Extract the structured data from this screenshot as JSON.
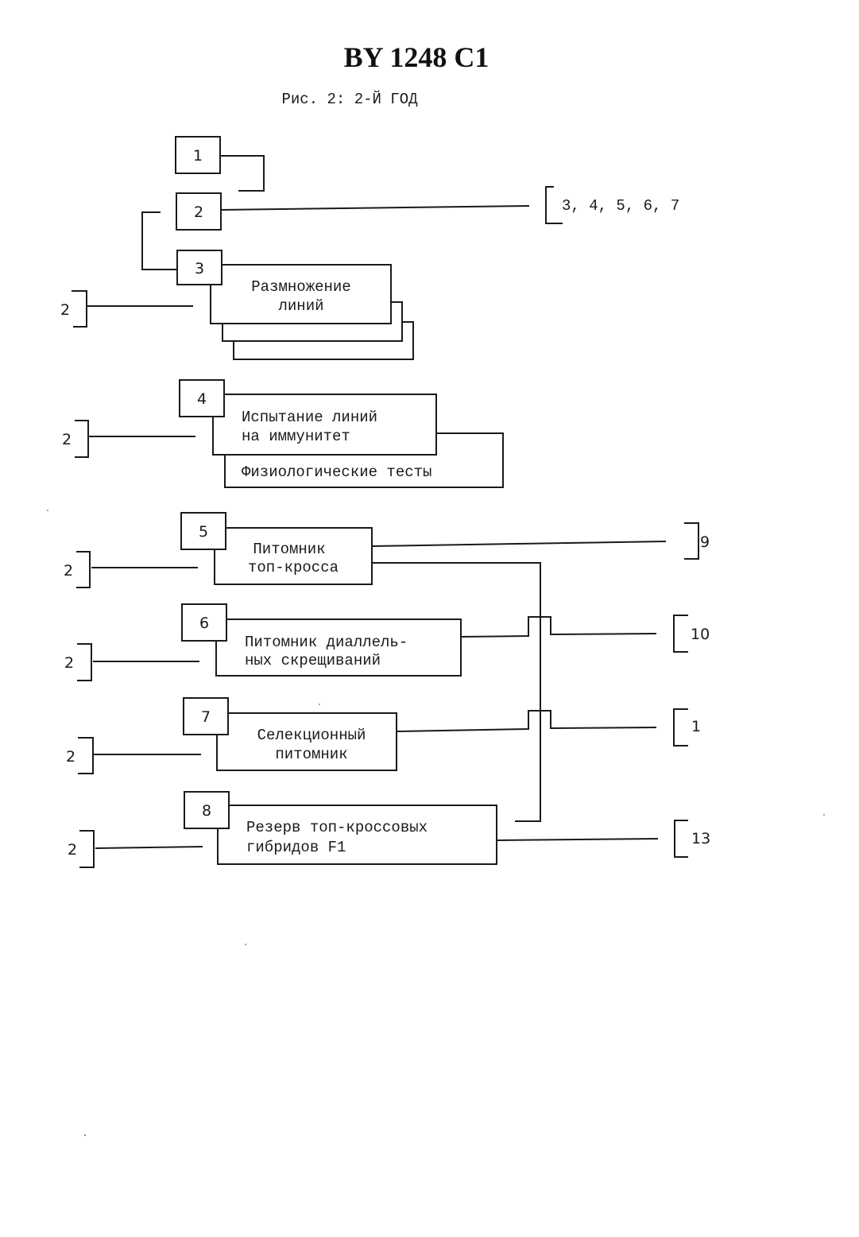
{
  "header": {
    "title": "BY 1248 C1",
    "caption": "Рис. 2:  2-Й ГОД"
  },
  "nodes": {
    "n1": {
      "number": "1"
    },
    "n2": {
      "number": "2"
    },
    "n3": {
      "number": "3",
      "line1": "Размножение",
      "line2": "линий"
    },
    "n4": {
      "number": "4",
      "line1": "Испытание линий",
      "line2": "на иммунитет",
      "sub": "Физиологические тесты"
    },
    "n5": {
      "number": "5",
      "line1": "Питомник",
      "line2": "топ-кросса"
    },
    "n6": {
      "number": "6",
      "line1": "Питомник диаллель-",
      "line2": "ных скрещиваний"
    },
    "n7": {
      "number": "7",
      "line1": "Селекционный",
      "line2": "питомник"
    },
    "n8": {
      "number": "8",
      "line1": "Резерв топ-кроссовых",
      "line2": "гибридов F1"
    }
  },
  "refs": {
    "top": "3, 4, 5, 6, 7",
    "left_3": "2",
    "left_4": "2",
    "left_5": "2",
    "left_6": "2",
    "left_7": "2",
    "left_8": "2",
    "right_5": "9",
    "right_6": "10",
    "right_7": "1",
    "right_8": "13"
  }
}
